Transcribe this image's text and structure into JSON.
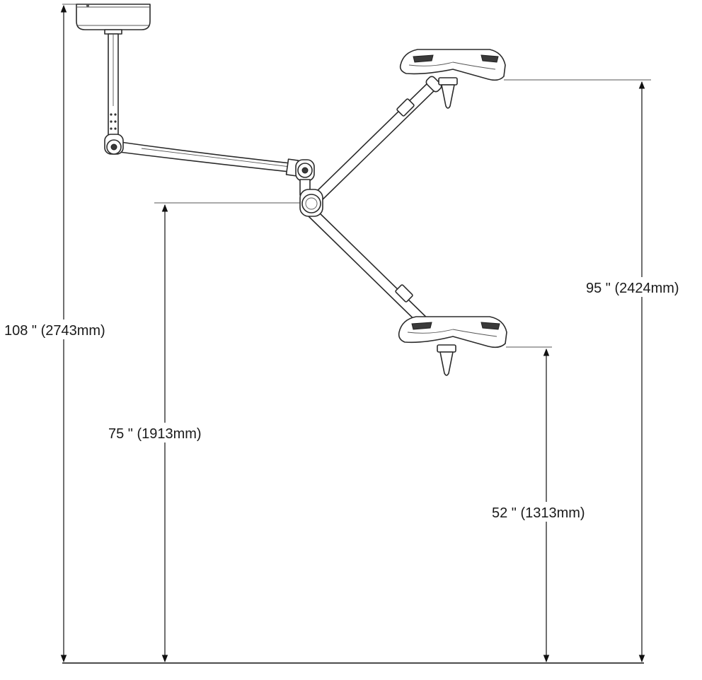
{
  "dimensions": {
    "total_height": "108 \" (2743mm)",
    "pivot_height": "75 \" (1913mm)",
    "upper_head_height": "95 \" (2424mm)",
    "lower_head_height": "52 \" (1313mm)"
  }
}
